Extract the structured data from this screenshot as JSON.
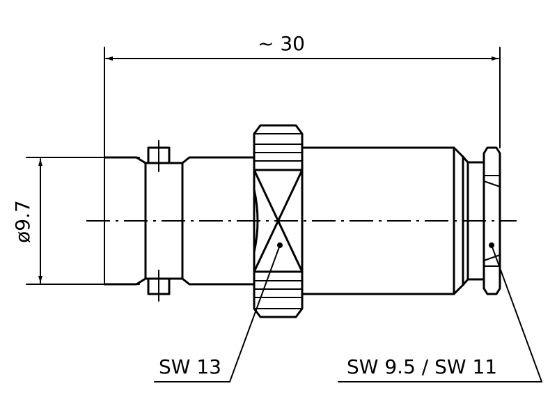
{
  "dimensions": {
    "overall_length": "~ 30",
    "diameter": "ø9.7"
  },
  "callouts": {
    "left": "SW 13",
    "right": "SW 9.5 / SW 11"
  },
  "colors": {
    "line": "#000000",
    "background": "#ffffff"
  }
}
